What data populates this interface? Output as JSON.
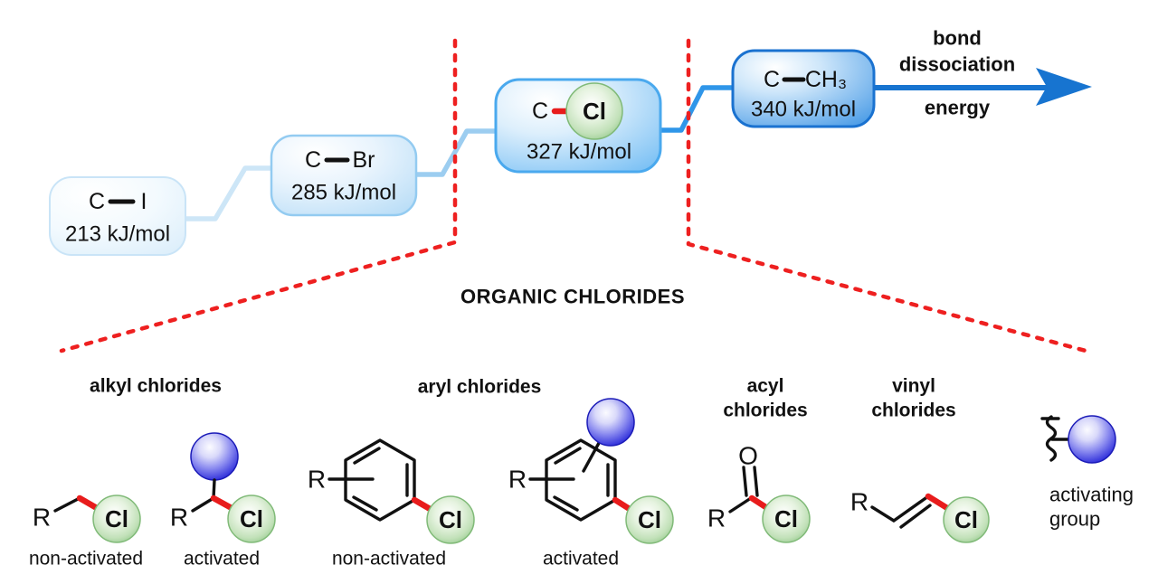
{
  "colors": {
    "ink": "#111111",
    "arrow_blue": "#1774d0",
    "connector_light": "#cde6f7",
    "connector_mid": "#9ccdf0",
    "connector_strong": "#2f96e9",
    "bond_red": "#e81c1c",
    "dotted_red": "#ee2020",
    "chlorine_green": "#94c98c",
    "activating_blue": "#2525d8"
  },
  "arrow_label": {
    "line1": "bond",
    "line2": "dissociation",
    "line3": "energy"
  },
  "funnel_label": "ORGANIC CHLORIDES",
  "bde_scale": [
    {
      "bond_left": "C",
      "bond_right": "I",
      "energy": "213 kJ/mol"
    },
    {
      "bond_left": "C",
      "bond_right": "Br",
      "energy": "285 kJ/mol"
    },
    {
      "bond_left": "C",
      "bond_right": "Cl",
      "energy": "327 kJ/mol"
    },
    {
      "bond_left": "C",
      "bond_right": "CH₃",
      "energy": "340 kJ/mol"
    }
  ],
  "atoms": {
    "r": "R",
    "cl": "Cl",
    "o": "O"
  },
  "groups": {
    "alkyl": {
      "header": "alkyl chlorides",
      "variant1": "non-activated",
      "variant2": "activated"
    },
    "aryl": {
      "header": "aryl chlorides",
      "variant1": "non-activated",
      "variant2": "activated"
    },
    "acyl": {
      "header_line1": "acyl",
      "header_line2": "chlorides"
    },
    "vinyl": {
      "header_line1": "vinyl",
      "header_line2": "chlorides"
    }
  },
  "legend": {
    "line1": "activating",
    "line2": "group"
  }
}
